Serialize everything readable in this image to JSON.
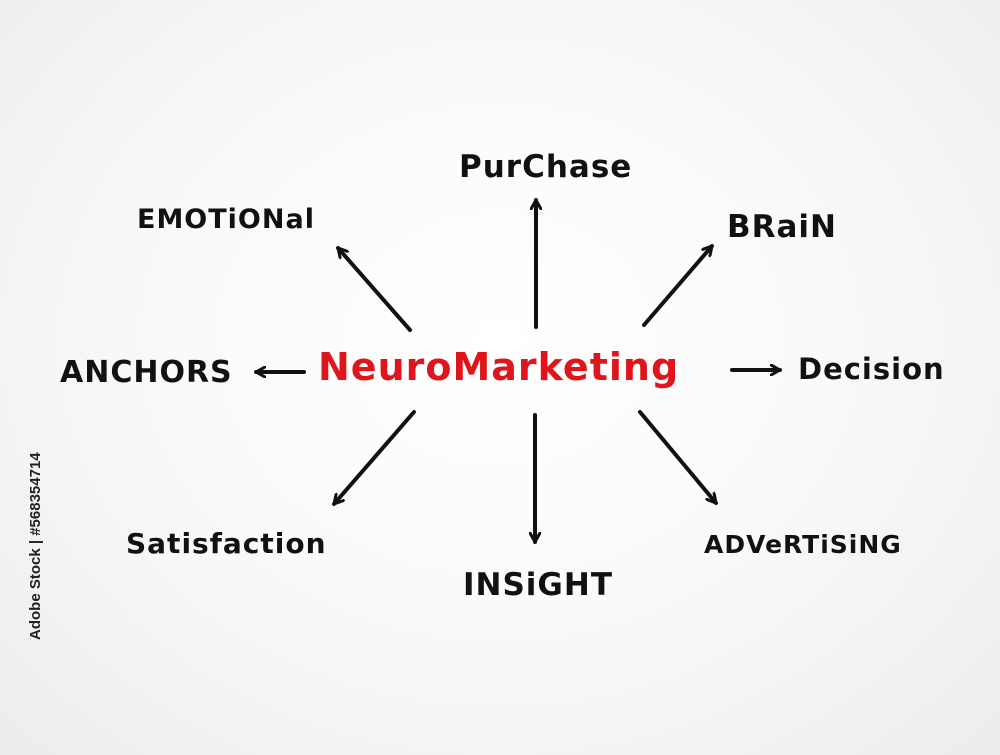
{
  "diagram": {
    "center_label": "NeuroMarketing",
    "center_color": "#e0141b",
    "text_color": "#111111",
    "nodes": {
      "purchase": "PurChase",
      "emotional": "EMOTiONal",
      "brain": "BRaiN",
      "anchors": "ANCHORS",
      "decision": "Decision",
      "satisfaction": "Satisfaction",
      "insight": "INSiGHT",
      "advertising": "ADVeRTiSiNG"
    }
  },
  "credit": "Adobe Stock | #568354714"
}
